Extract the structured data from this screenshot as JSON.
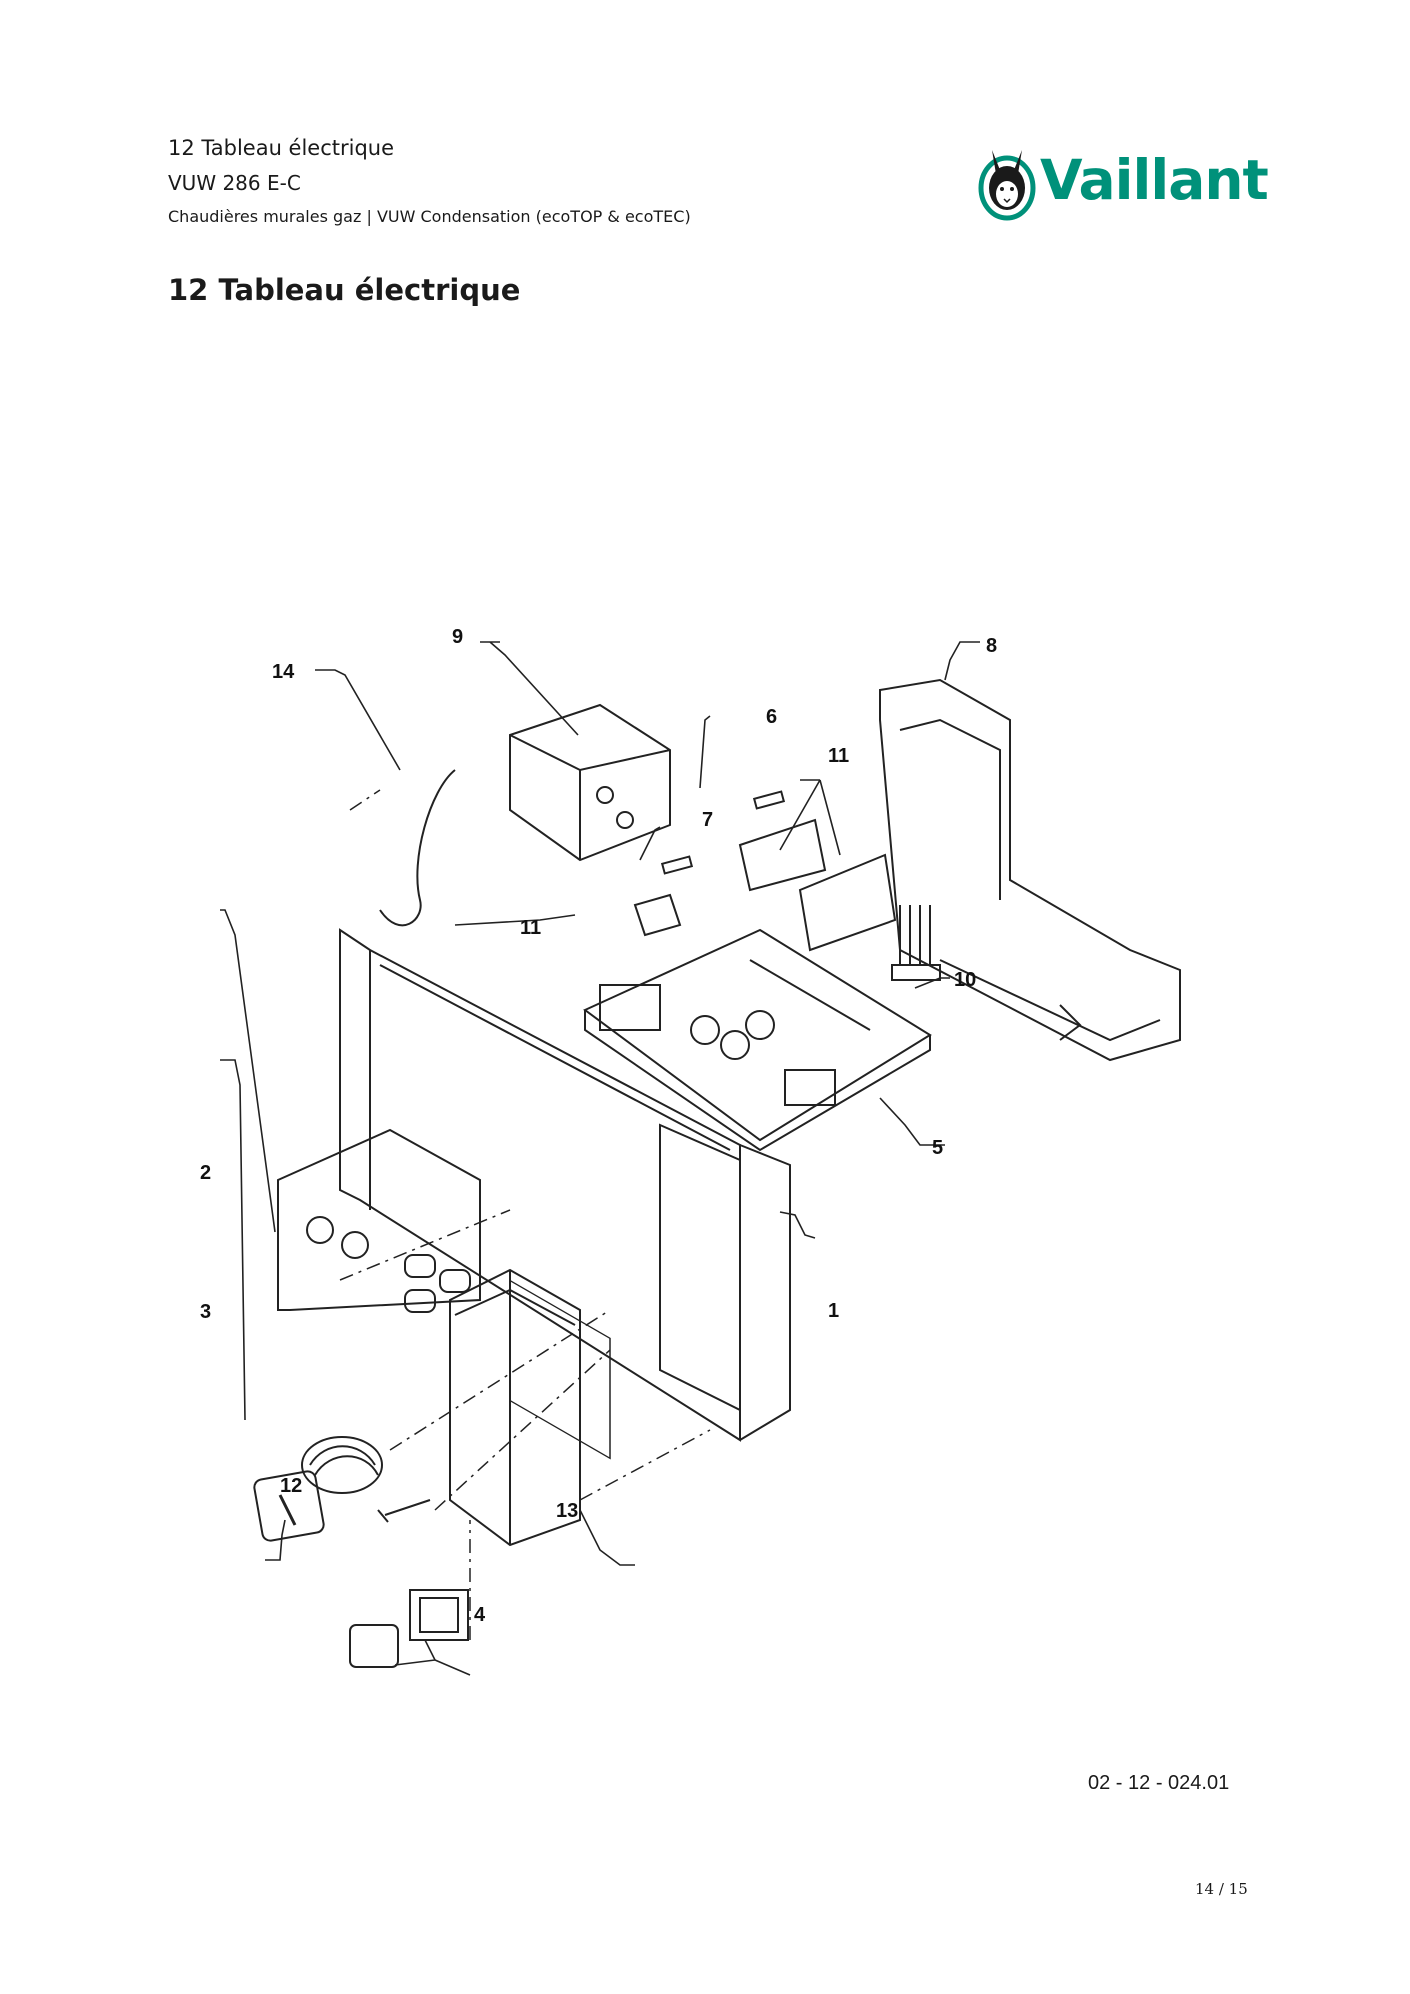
{
  "header": {
    "section": "12 Tableau électrique",
    "model": "VUW 286 E-C",
    "category": "Chaudières murales gaz | VUW Condensation (ecoTOP & ecoTEC)"
  },
  "logo": {
    "text": "Vaillant",
    "color": "#00917a",
    "icon": "hare-emblem-icon"
  },
  "title": "12 Tableau électrique",
  "figure": {
    "callouts": [
      "9",
      "14",
      "8",
      "6",
      "11",
      "7",
      "11",
      "10",
      "5",
      "2",
      "1",
      "3",
      "12",
      "13",
      "4"
    ]
  },
  "footer": {
    "doc_ref": "02 - 12 - 024.01",
    "page": "14 / 15"
  }
}
